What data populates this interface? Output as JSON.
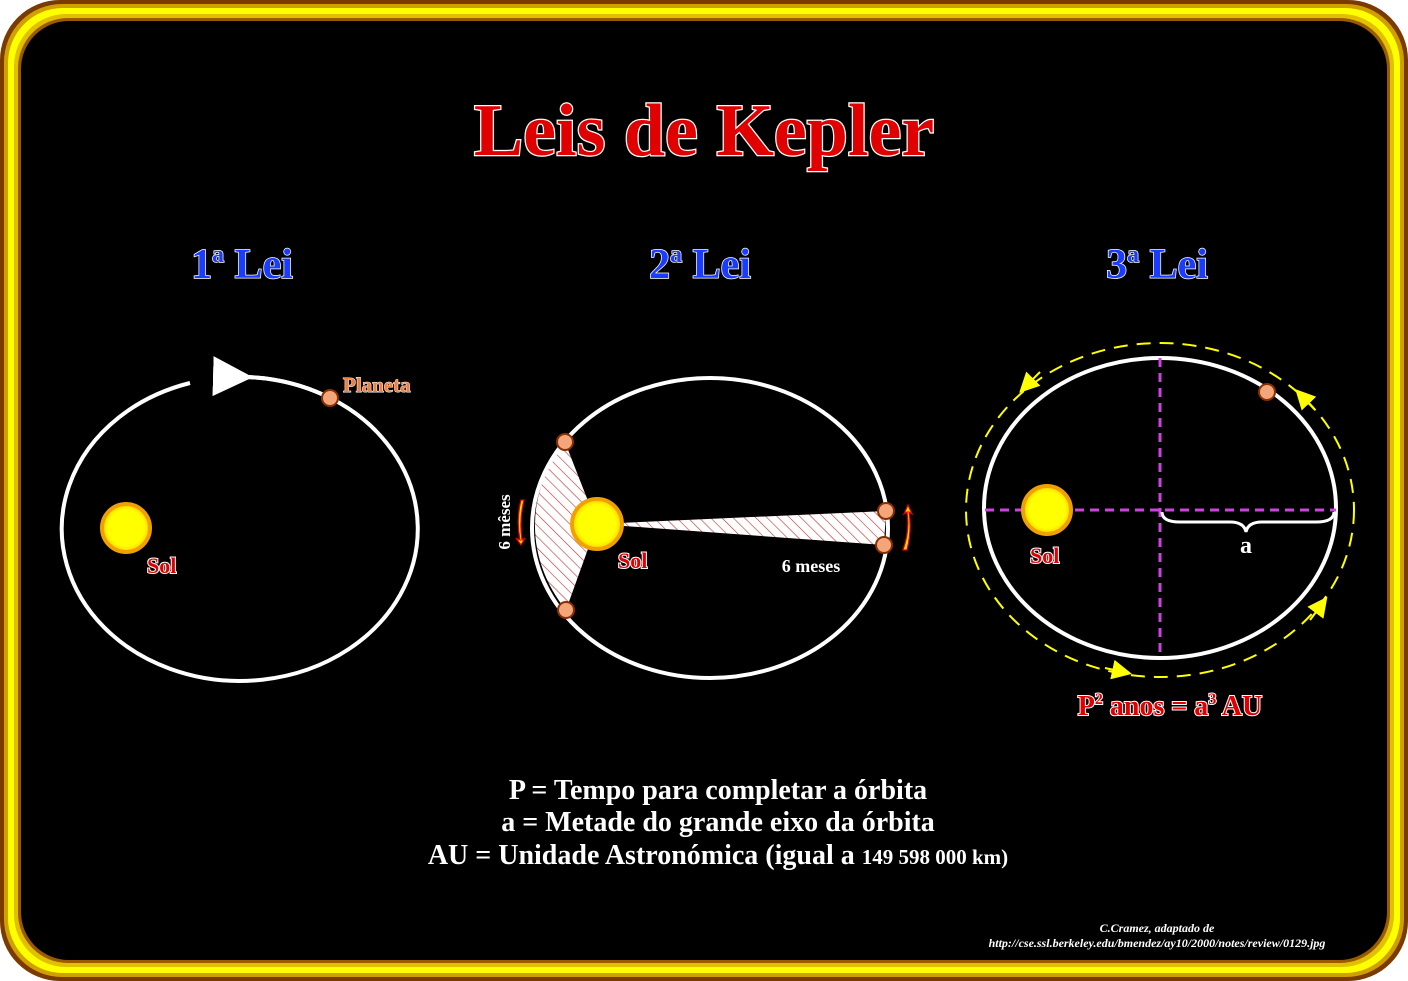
{
  "title": "Leis de Kepler",
  "laws": [
    {
      "num": "1",
      "sup": "a",
      "label": " Lei"
    },
    {
      "num": "2",
      "sup": "a",
      "label": " Lei"
    },
    {
      "num": "3",
      "sup": "a",
      "label": " Lei"
    }
  ],
  "law1": {
    "planet_label": "Planeta",
    "sun_label": "Sol"
  },
  "law2": {
    "sun_label": "Sol",
    "left_period": "6 mêses",
    "right_period": "6 meses"
  },
  "law3": {
    "sun_label": "Sol",
    "semi_axis_label": "a",
    "formula_p": "P",
    "formula_p_exp": "2",
    "formula_mid": " anos = a",
    "formula_a_exp": "3",
    "formula_end": " AU"
  },
  "definitions": [
    "P = Tempo para completar a órbita",
    "a = Metade do grande eixo da órbita"
  ],
  "definition_au_main": "AU = Unidade Astronómica (igual a ",
  "definition_au_value": "149 598 000 km)",
  "credit": [
    "C.Cramez, adaptado de",
    "http://cse.ssl.berkeley.edu/bmendez/ay10/2000/notes/review/0129.jpg"
  ],
  "colors": {
    "title": "#e00000",
    "law": "#1a3cff",
    "sun": "#ffee00",
    "planet": "#f4a57a",
    "dashed": "#ffff00",
    "axis": "#cc44dd"
  }
}
